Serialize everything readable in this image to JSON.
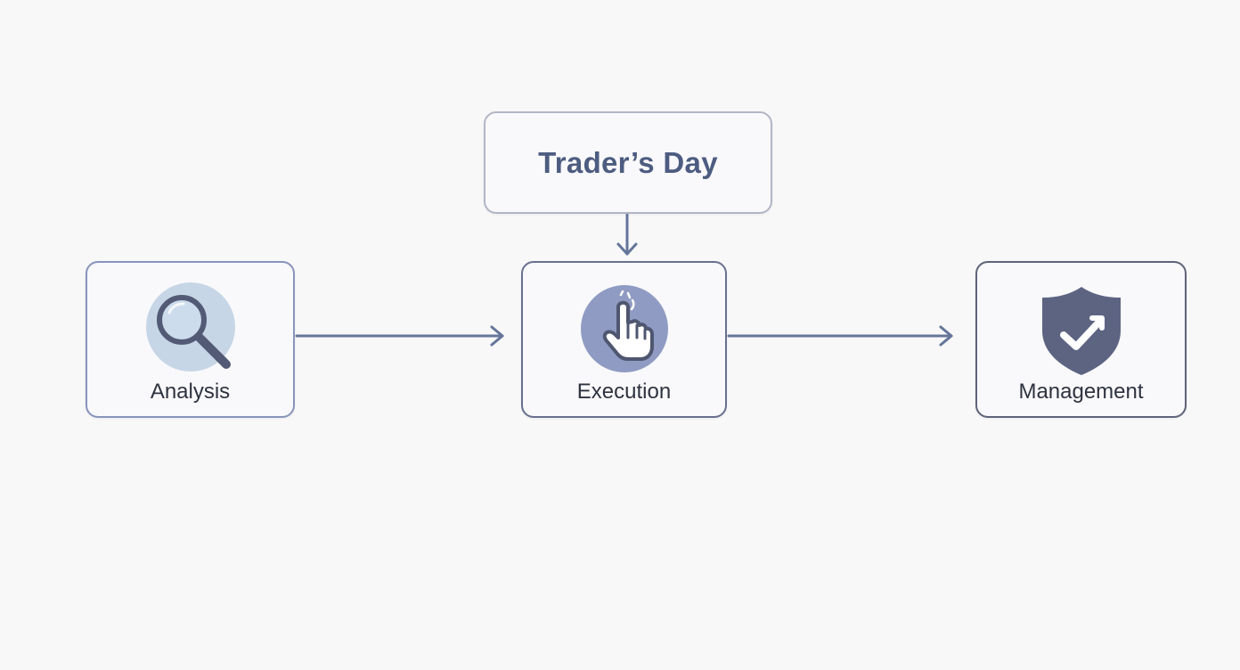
{
  "diagram": {
    "title": "Trader’s Day",
    "steps": [
      {
        "label": "Analysis",
        "icon": "magnifying-glass-icon"
      },
      {
        "label": "Execution",
        "icon": "pointing-hand-icon"
      },
      {
        "label": "Management",
        "icon": "shield-check-icon"
      }
    ]
  },
  "colors": {
    "title_text": "#4d5c80",
    "connector": "#66759a",
    "icon_dark": "#535a75",
    "icon_light": "#c6d6e6",
    "shield": "#5c6482"
  }
}
